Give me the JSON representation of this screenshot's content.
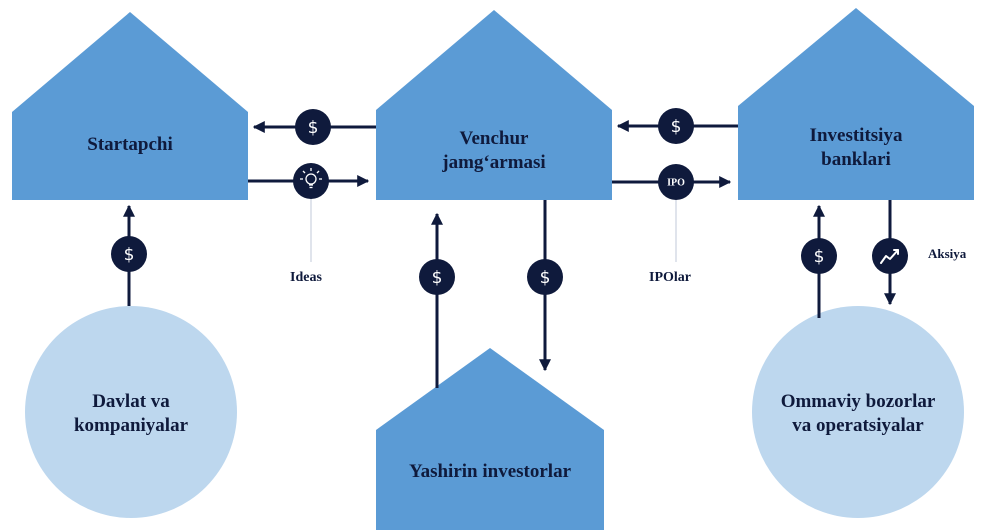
{
  "colors": {
    "house": "#5b9bd5",
    "circle": "#bdd7ee",
    "dark": "#0f1a3c",
    "line_light": "#c0c8d8"
  },
  "nodes": {
    "startapchi": {
      "label": "Startapchi"
    },
    "venchur": {
      "line1": "Venchur",
      "line2": "jamg‘armasi"
    },
    "investitsiya": {
      "line1": "Investitsiya",
      "line2": "banklari"
    },
    "yashirin": {
      "label": "Yashirin investorlar"
    },
    "davlat": {
      "line1": "Davlat va",
      "line2": "kompaniyalar"
    },
    "ommaviy": {
      "line1": "Ommaviy bozorlar",
      "line2": "va operatsiyalar"
    }
  },
  "labels": {
    "ideas": "Ideas",
    "ipolar": "IPOlar",
    "aksiya": "Aksiya"
  },
  "badges": {
    "dollar": "$",
    "ipo": "IPO"
  },
  "icons": {
    "dollar": "dollar-icon",
    "lightbulb": "lightbulb-icon",
    "trend": "trend-up-icon"
  }
}
